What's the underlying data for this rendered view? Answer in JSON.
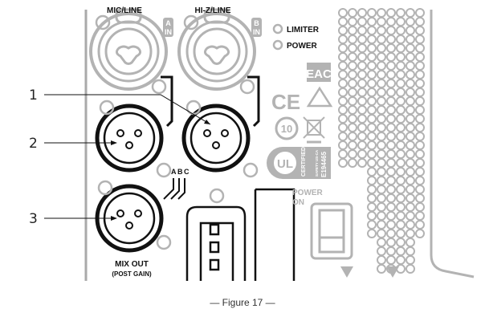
{
  "inputs": [
    {
      "label": "MIC/LINE",
      "channel": "A",
      "tag": "IN"
    },
    {
      "label": "HI-Z/LINE",
      "channel": "B",
      "tag": "IN"
    }
  ],
  "indicators": [
    "LIMITER",
    "POWER"
  ],
  "certifications": {
    "eac": "EAC",
    "ce": "CE",
    "rohs": "10",
    "ul": "UL",
    "ul_certified": "CERTIFIED",
    "ul_safety": "SAFETY US-CA",
    "ul_number": "E194465"
  },
  "ground_lift": [
    "A",
    "B",
    "C"
  ],
  "output": {
    "label": "MIX OUT",
    "sublabel": "(POST GAIN)"
  },
  "power_switch": {
    "label_line1": "POWER",
    "label_line2": "ON"
  },
  "callouts": [
    "1",
    "2",
    "3"
  ],
  "caption": "— Figure 17 —",
  "colors": {
    "panel_gray": "#b3b3b3",
    "connector_black": "#111111"
  }
}
